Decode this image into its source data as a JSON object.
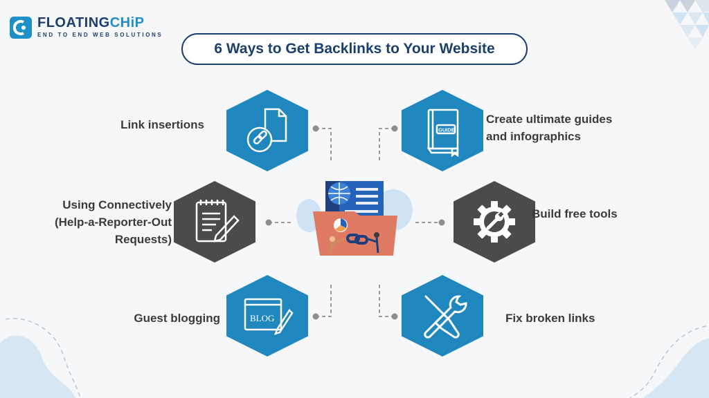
{
  "brand": {
    "name_part1": "FLOATING",
    "name_part2": "CHiP",
    "tagline": "END TO END WEB SOLUTIONS",
    "primary_color": "#1b3f6d",
    "accent_color": "#1f8fc8"
  },
  "title": "6 Ways to Get Backlinks to Your Website",
  "items": [
    {
      "label": "Link insertions",
      "icon": "chain-document-icon",
      "color": "#1f87bd"
    },
    {
      "label_lines": [
        "Using Connectively",
        "(Help-a-Reporter-Out",
        "Requests)"
      ],
      "icon": "notepad-pen-icon",
      "color": "#4b4b4b"
    },
    {
      "label": "Guest blogging",
      "icon": "blog-window-icon",
      "color": "#1f87bd"
    },
    {
      "label_lines": [
        "Create ultimate guides",
        "and infographics"
      ],
      "icon": "guide-book-icon",
      "color": "#1f87bd"
    },
    {
      "label": "Build free tools",
      "icon": "gear-wrench-icon",
      "color": "#4b4b4b"
    },
    {
      "label": "Fix broken links",
      "icon": "screwdriver-wrench-icon",
      "color": "#1f87bd"
    }
  ],
  "center": {
    "icon": "backlinks-folder-icon",
    "hex_text": "GUIDE",
    "blog_text": "BLOG"
  }
}
